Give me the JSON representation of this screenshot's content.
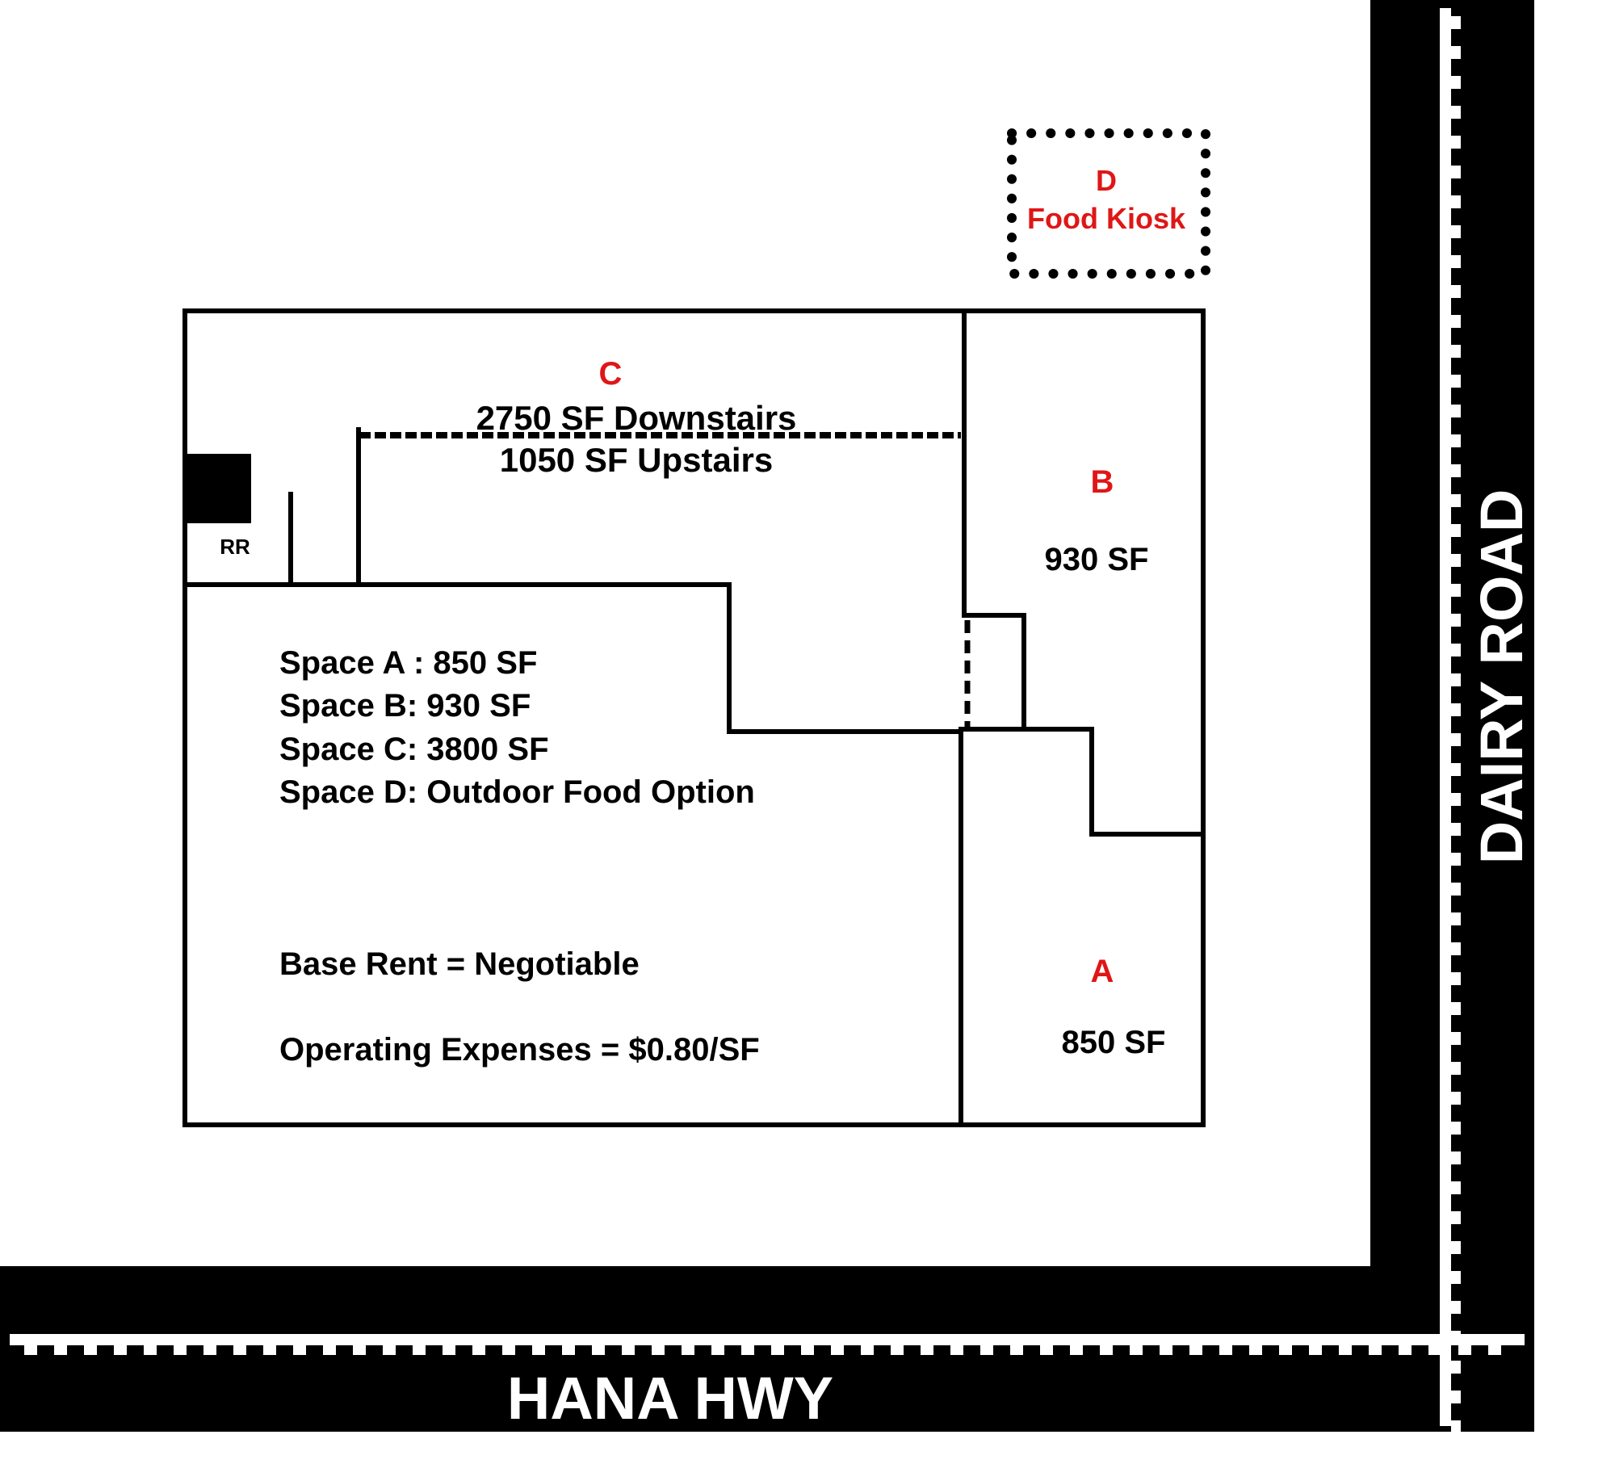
{
  "roads": {
    "hana_hwy": "HANA HWY",
    "dairy_road": "DAIRY ROAD"
  },
  "spaces": {
    "a": {
      "letter": "A",
      "size": "850 SF"
    },
    "b": {
      "letter": "B",
      "size": "930 SF"
    },
    "c": {
      "letter": "C",
      "downstairs": "2750 SF Downstairs",
      "upstairs": "1050 SF Upstairs"
    },
    "d": {
      "letter": "D",
      "name": "Food Kiosk"
    }
  },
  "restroom_label": "RR",
  "summary": {
    "line_a": "Space A : 850 SF",
    "line_b": "Space B: 930 SF",
    "line_c": "Space C: 3800 SF",
    "line_d": "Space D: Outdoor Food Option"
  },
  "terms": {
    "base_rent": "Base Rent = Negotiable",
    "operating_expenses": "Operating Expenses = $0.80/SF"
  },
  "colors": {
    "space_letter": "#e01616",
    "walls": "#000000",
    "road": "#000000",
    "road_markings": "#ffffff"
  }
}
